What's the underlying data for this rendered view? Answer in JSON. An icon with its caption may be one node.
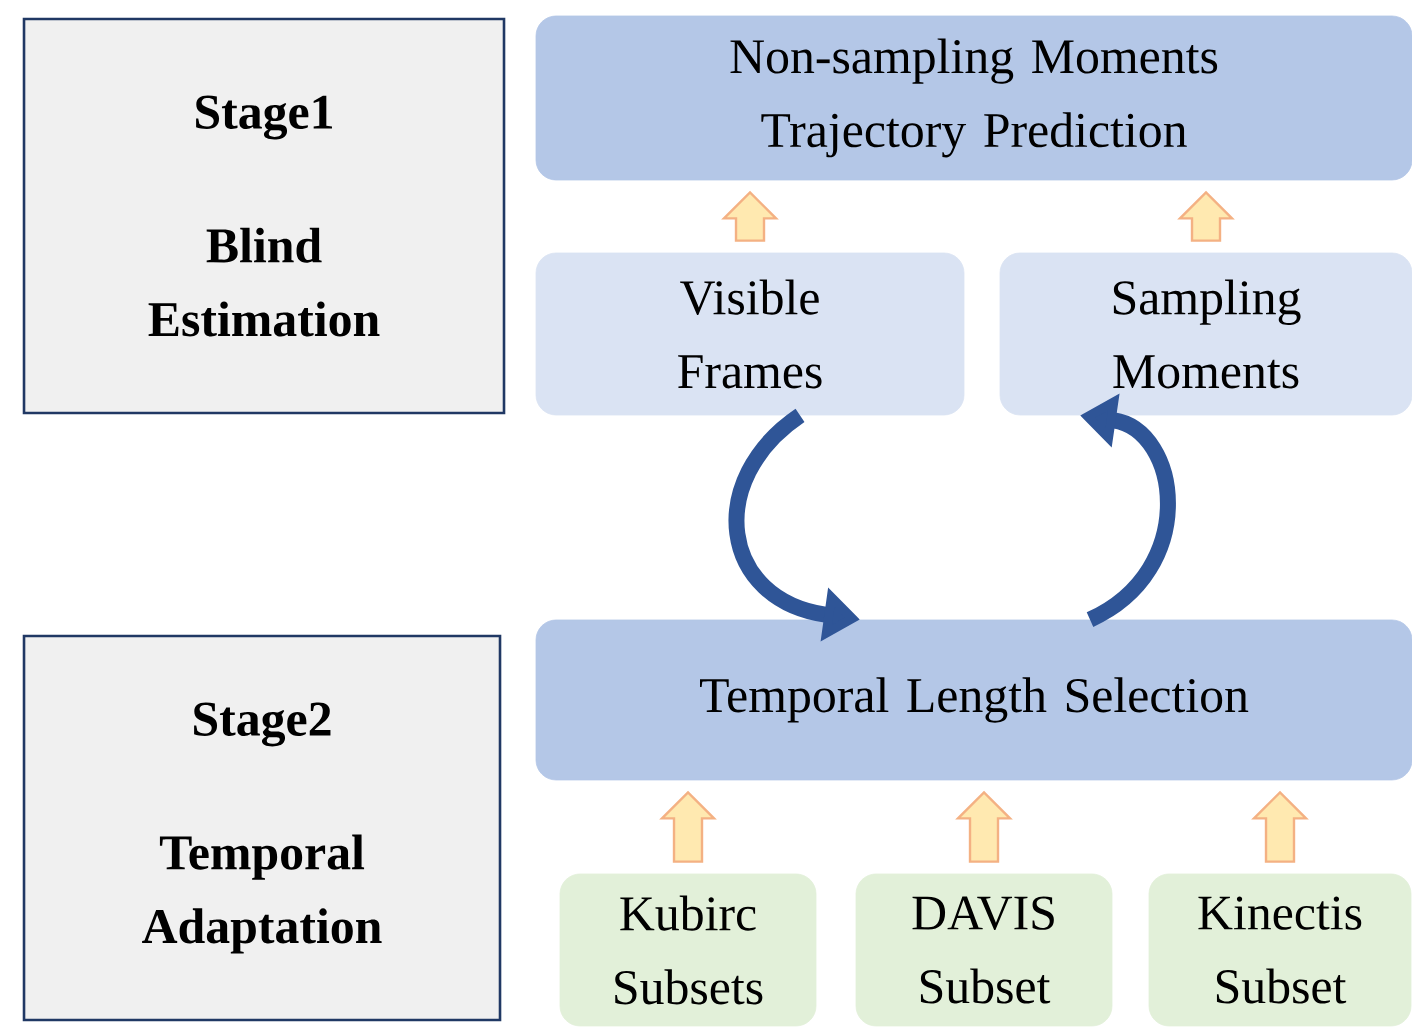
{
  "diagram": {
    "nodes": [
      {
        "text": [
          "Stage1",
          "Blind Estimation"
        ]
      },
      {
        "text": [
          "Non-sampling Moments Trajectory Prediction"
        ]
      },
      {
        "text": [
          "Visible Frames"
        ]
      },
      {
        "text": [
          "Sampling Moments"
        ]
      },
      {
        "text": [
          "Stage2",
          "Temporal Adaptation"
        ]
      },
      {
        "text": [
          "Temporal Length Selection"
        ]
      },
      {
        "text": [
          "Kubirc Subsets"
        ]
      },
      {
        "text": [
          "DAVIS Subset"
        ]
      },
      {
        "text": [
          "Kinectis Subset"
        ]
      }
    ],
    "edges": [
      {
        "from": 2,
        "to": 1,
        "arrow": "to"
      },
      {
        "from": 3,
        "to": 1,
        "arrow": "to"
      },
      {
        "from": 2,
        "to": 5,
        "arrow": "to",
        "color": "#2f5597"
      },
      {
        "from": 5,
        "to": 3,
        "arrow": "to",
        "color": "#2f5597"
      },
      {
        "from": 6,
        "to": 5,
        "arrow": "to"
      },
      {
        "from": 7,
        "to": 5,
        "arrow": "to"
      },
      {
        "from": 8,
        "to": 5,
        "arrow": "to"
      }
    ]
  }
}
